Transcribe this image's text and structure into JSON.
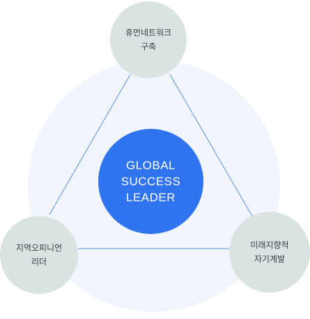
{
  "center": {
    "lines": [
      "GLOBAL",
      "SUCCESS",
      "LEADER"
    ],
    "color": "#2f74ee"
  },
  "nodes": {
    "top": {
      "lines": [
        "휴먼네트워크",
        "구축"
      ]
    },
    "left": {
      "lines": [
        "지역오피니언",
        "리더"
      ]
    },
    "right": {
      "lines": [
        "미래지향적",
        "자기계발"
      ]
    }
  },
  "colors": {
    "node_fill": "#d8e3e2",
    "background_circle": "#f1f5fc",
    "connector_line": "#5b8ee0"
  }
}
